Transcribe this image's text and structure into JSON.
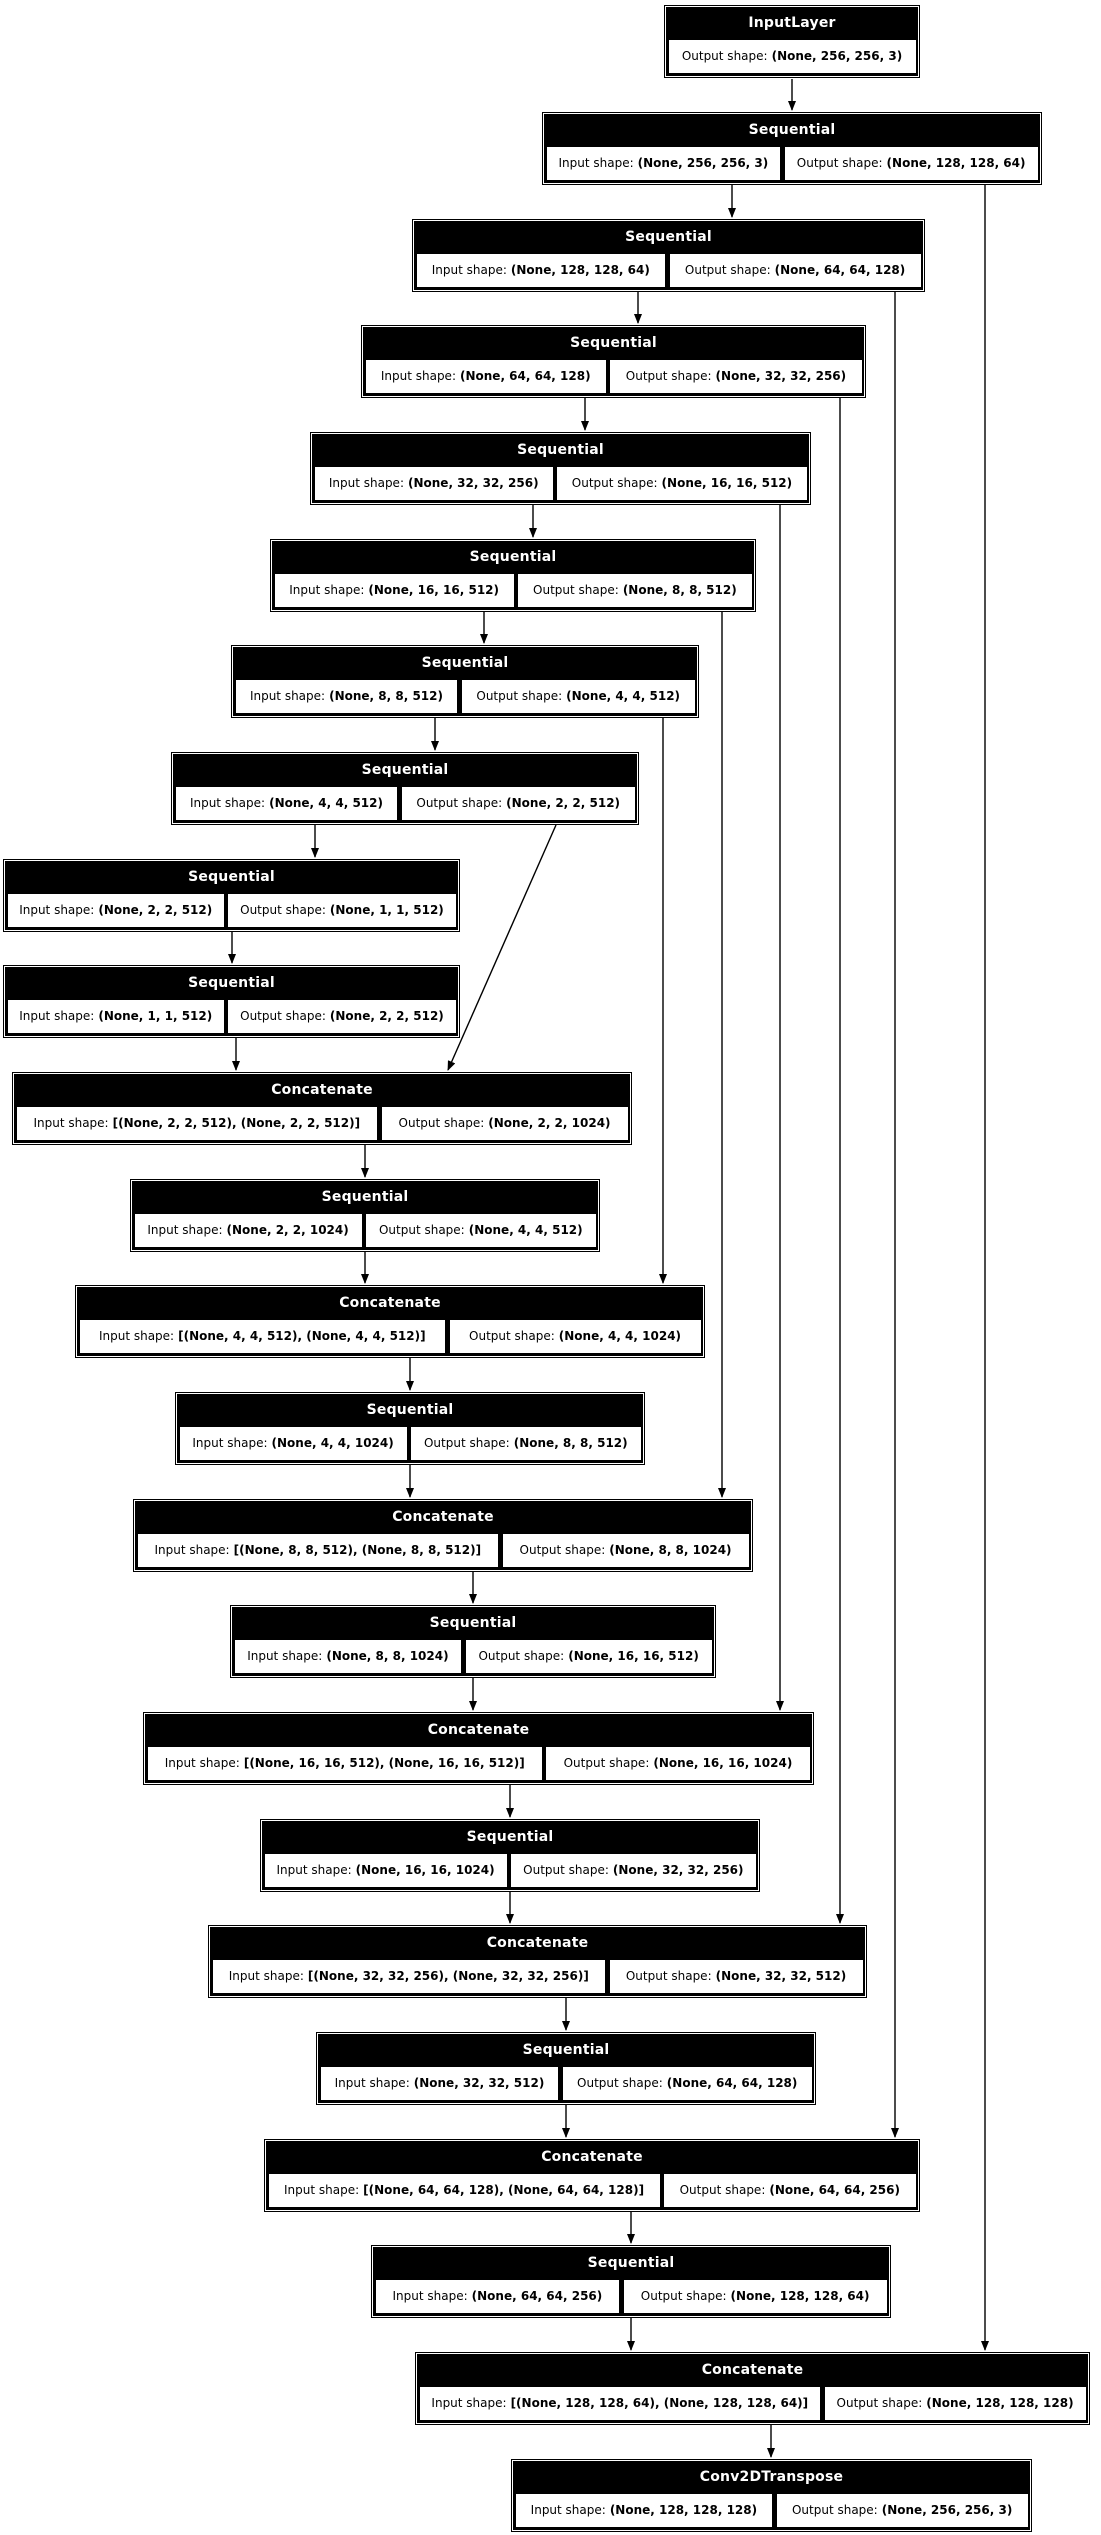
{
  "diagram": {
    "kind": "keras-model-plot",
    "colors": {
      "node_fill": "#000000",
      "node_text": "#ffffff",
      "cell_fill": "#ffffff",
      "cell_text": "#000000",
      "edge": "#000000",
      "background": "#ffffff"
    },
    "labels": {
      "input": "Input shape:",
      "output": "Output shape:"
    }
  },
  "nodes": [
    {
      "title": "InputLayer",
      "cells": [
        {
          "label": "Output shape:",
          "value": "(None, 256, 256, 3)"
        }
      ]
    },
    {
      "title": "Sequential",
      "cells": [
        {
          "label": "Input shape:",
          "value": "(None, 256, 256, 3)"
        },
        {
          "label": "Output shape:",
          "value": "(None, 128, 128, 64)"
        }
      ]
    },
    {
      "title": "Sequential",
      "cells": [
        {
          "label": "Input shape:",
          "value": "(None, 128, 128, 64)"
        },
        {
          "label": "Output shape:",
          "value": "(None, 64, 64, 128)"
        }
      ]
    },
    {
      "title": "Sequential",
      "cells": [
        {
          "label": "Input shape:",
          "value": "(None, 64, 64, 128)"
        },
        {
          "label": "Output shape:",
          "value": "(None, 32, 32, 256)"
        }
      ]
    },
    {
      "title": "Sequential",
      "cells": [
        {
          "label": "Input shape:",
          "value": "(None, 32, 32, 256)"
        },
        {
          "label": "Output shape:",
          "value": "(None, 16, 16, 512)"
        }
      ]
    },
    {
      "title": "Sequential",
      "cells": [
        {
          "label": "Input shape:",
          "value": "(None, 16, 16, 512)"
        },
        {
          "label": "Output shape:",
          "value": "(None, 8, 8, 512)"
        }
      ]
    },
    {
      "title": "Sequential",
      "cells": [
        {
          "label": "Input shape:",
          "value": "(None, 8, 8, 512)"
        },
        {
          "label": "Output shape:",
          "value": "(None, 4, 4, 512)"
        }
      ]
    },
    {
      "title": "Sequential",
      "cells": [
        {
          "label": "Input shape:",
          "value": "(None, 4, 4, 512)"
        },
        {
          "label": "Output shape:",
          "value": "(None, 2, 2, 512)"
        }
      ]
    },
    {
      "title": "Sequential",
      "cells": [
        {
          "label": "Input shape:",
          "value": "(None, 2, 2, 512)"
        },
        {
          "label": "Output shape:",
          "value": "(None, 1, 1, 512)"
        }
      ]
    },
    {
      "title": "Sequential",
      "cells": [
        {
          "label": "Input shape:",
          "value": "(None, 1, 1, 512)"
        },
        {
          "label": "Output shape:",
          "value": "(None, 2, 2, 512)"
        }
      ]
    },
    {
      "title": "Concatenate",
      "cells": [
        {
          "label": "Input shape:",
          "value": "[(None, 2, 2, 512), (None, 2, 2, 512)]"
        },
        {
          "label": "Output shape:",
          "value": "(None, 2, 2, 1024)"
        }
      ]
    },
    {
      "title": "Sequential",
      "cells": [
        {
          "label": "Input shape:",
          "value": "(None, 2, 2, 1024)"
        },
        {
          "label": "Output shape:",
          "value": "(None, 4, 4, 512)"
        }
      ]
    },
    {
      "title": "Concatenate",
      "cells": [
        {
          "label": "Input shape:",
          "value": "[(None, 4, 4, 512), (None, 4, 4, 512)]"
        },
        {
          "label": "Output shape:",
          "value": "(None, 4, 4, 1024)"
        }
      ]
    },
    {
      "title": "Sequential",
      "cells": [
        {
          "label": "Input shape:",
          "value": "(None, 4, 4, 1024)"
        },
        {
          "label": "Output shape:",
          "value": "(None, 8, 8, 512)"
        }
      ]
    },
    {
      "title": "Concatenate",
      "cells": [
        {
          "label": "Input shape:",
          "value": "[(None, 8, 8, 512), (None, 8, 8, 512)]"
        },
        {
          "label": "Output shape:",
          "value": "(None, 8, 8, 1024)"
        }
      ]
    },
    {
      "title": "Sequential",
      "cells": [
        {
          "label": "Input shape:",
          "value": "(None, 8, 8, 1024)"
        },
        {
          "label": "Output shape:",
          "value": "(None, 16, 16, 512)"
        }
      ]
    },
    {
      "title": "Concatenate",
      "cells": [
        {
          "label": "Input shape:",
          "value": "[(None, 16, 16, 512), (None, 16, 16, 512)]"
        },
        {
          "label": "Output shape:",
          "value": "(None, 16, 16, 1024)"
        }
      ]
    },
    {
      "title": "Sequential",
      "cells": [
        {
          "label": "Input shape:",
          "value": "(None, 16, 16, 1024)"
        },
        {
          "label": "Output shape:",
          "value": "(None, 32, 32, 256)"
        }
      ]
    },
    {
      "title": "Concatenate",
      "cells": [
        {
          "label": "Input shape:",
          "value": "[(None, 32, 32, 256), (None, 32, 32, 256)]"
        },
        {
          "label": "Output shape:",
          "value": "(None, 32, 32, 512)"
        }
      ]
    },
    {
      "title": "Sequential",
      "cells": [
        {
          "label": "Input shape:",
          "value": "(None, 32, 32, 512)"
        },
        {
          "label": "Output shape:",
          "value": "(None, 64, 64, 128)"
        }
      ]
    },
    {
      "title": "Concatenate",
      "cells": [
        {
          "label": "Input shape:",
          "value": "[(None, 64, 64, 128), (None, 64, 64, 128)]"
        },
        {
          "label": "Output shape:",
          "value": "(None, 64, 64, 256)"
        }
      ]
    },
    {
      "title": "Sequential",
      "cells": [
        {
          "label": "Input shape:",
          "value": "(None, 64, 64, 256)"
        },
        {
          "label": "Output shape:",
          "value": "(None, 128, 128, 64)"
        }
      ]
    },
    {
      "title": "Concatenate",
      "cells": [
        {
          "label": "Input shape:",
          "value": "[(None, 128, 128, 64), (None, 128, 128, 64)]"
        },
        {
          "label": "Output shape:",
          "value": "(None, 128, 128, 128)"
        }
      ]
    },
    {
      "title": "Conv2DTranspose",
      "cells": [
        {
          "label": "Input shape:",
          "value": "(None, 128, 128, 128)"
        },
        {
          "label": "Output shape:",
          "value": "(None, 256, 256, 3)"
        }
      ]
    }
  ],
  "edges": [
    {
      "from": 0,
      "to": 1
    },
    {
      "from": 1,
      "to": 2
    },
    {
      "from": 2,
      "to": 3
    },
    {
      "from": 3,
      "to": 4
    },
    {
      "from": 4,
      "to": 5
    },
    {
      "from": 5,
      "to": 6
    },
    {
      "from": 6,
      "to": 7
    },
    {
      "from": 7,
      "to": 8
    },
    {
      "from": 8,
      "to": 9
    },
    {
      "from": 9,
      "to": 10
    },
    {
      "from": 10,
      "to": 11
    },
    {
      "from": 11,
      "to": 12
    },
    {
      "from": 12,
      "to": 13
    },
    {
      "from": 13,
      "to": 14
    },
    {
      "from": 14,
      "to": 15
    },
    {
      "from": 15,
      "to": 16
    },
    {
      "from": 16,
      "to": 17
    },
    {
      "from": 17,
      "to": 18
    },
    {
      "from": 18,
      "to": 19
    },
    {
      "from": 19,
      "to": 20
    },
    {
      "from": 20,
      "to": 21
    },
    {
      "from": 21,
      "to": 22
    },
    {
      "from": 22,
      "to": 23
    },
    {
      "from": 7,
      "to": 10
    },
    {
      "from": 6,
      "to": 12
    },
    {
      "from": 5,
      "to": 14
    },
    {
      "from": 4,
      "to": 16
    },
    {
      "from": 3,
      "to": 18
    },
    {
      "from": 2,
      "to": 20
    },
    {
      "from": 1,
      "to": 22
    }
  ]
}
